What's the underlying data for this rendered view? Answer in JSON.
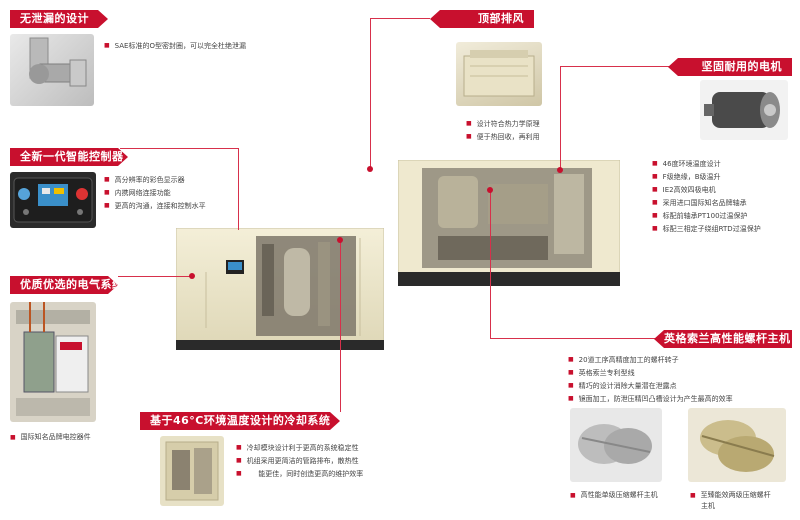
{
  "features": {
    "leak_free": {
      "title": "无泄漏的设计",
      "bullets": [
        "SAE标准的O型密封圈，可以完全杜绝泄漏"
      ]
    },
    "controller": {
      "title": "全新一代智能控制器",
      "bullets": [
        "高分辨率的彩色显示器",
        "内携网络连接功能",
        "更高的沟通，连接和控制水平"
      ]
    },
    "electrical": {
      "title": "优质优选的电气系统",
      "caption": "国际知名品牌电控器件"
    },
    "cooling": {
      "title": "基于46°C环境温度设计的冷却系统",
      "bullets": [
        "冷却模块设计利于更高的系统稳定性",
        "机组采用更简洁的管路排布，散热性",
        "能更佳，同时创造更高的维护效率"
      ]
    },
    "top_exhaust": {
      "title": "顶部排风",
      "bullets": [
        "设计符合热力学原理",
        "便于热回收，再利用"
      ]
    },
    "motor": {
      "title": "坚固耐用的电机",
      "bullets": [
        "46度环境温度设计",
        "F级绝缘，B级温升",
        "IE2高效四极电机",
        "采用进口国际知名品牌轴承",
        "标配前轴承PT100过温保护",
        "标配三相定子绕组RTD过温保护"
      ]
    },
    "airend": {
      "title": "英格索兰高性能螺杆主机",
      "bullets": [
        "20道工序高精度加工的螺杆转子",
        "英格索兰专利型线",
        "精巧的设计消除大量潜在泄露点",
        "镜面加工，防泄压精凹凸槽设计为产生最高的效率"
      ],
      "captions": [
        "高性能单级压缩螺杆主机",
        "至臻能效两级压缩螺杆",
        "主机"
      ]
    }
  },
  "colors": {
    "accent": "#c8102e",
    "cabinet": "#efe9cf",
    "line": "#d7304b"
  }
}
